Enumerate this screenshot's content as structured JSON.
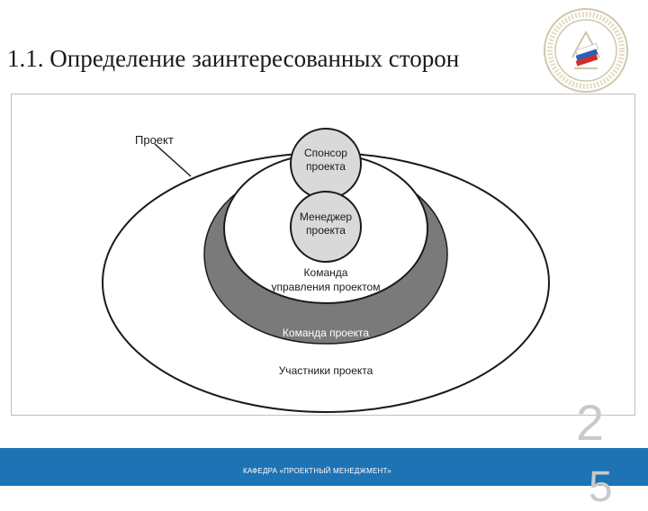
{
  "slide": {
    "title": "1.1. Определение заинтересованных сторон",
    "page_number": "2",
    "page_number_second_digit": "5",
    "footer_text": "КАФЕДРА «ПРОЕКТНЫЙ МЕНЕДЖМЕНТ»"
  },
  "diagram": {
    "project_label": "Проект",
    "sponsor_line1": "Спонсор",
    "sponsor_line2": "проекта",
    "manager_line1": "Менеджер",
    "manager_line2": "проекта",
    "mgmt_team_line1": "Команда",
    "mgmt_team_line2": "управления проектом",
    "project_team": "Команда проекта",
    "participants": "Участники проекта"
  },
  "colors": {
    "footer": "#1e73b5",
    "ring_dark": "#7a7a7a",
    "circle_fill": "#d9d9d9"
  },
  "icons": {
    "logo": "university-seal-with-russian-flag"
  }
}
